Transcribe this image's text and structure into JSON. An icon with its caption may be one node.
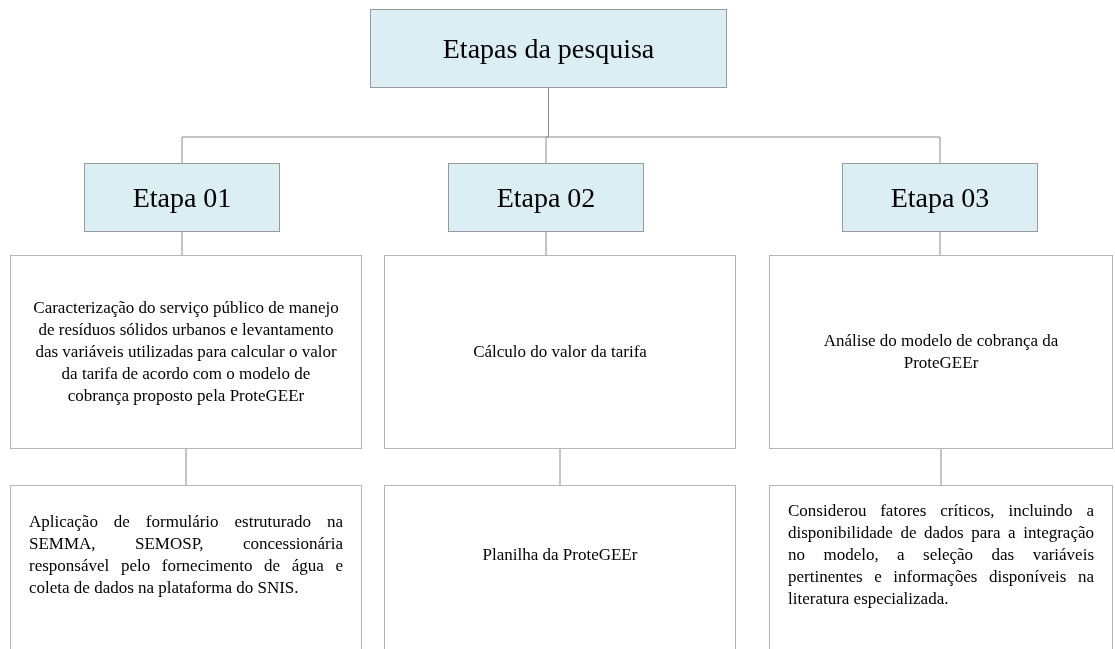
{
  "diagram": {
    "nodes": [
      {
        "text": [
          "Etapas da pesquisa"
        ]
      },
      {
        "text": [
          "Etapa 01"
        ]
      },
      {
        "text": [
          "Etapa 02"
        ]
      },
      {
        "text": [
          "Etapa 03"
        ]
      },
      {
        "text": [
          "Caracterização do serviço público de manejo de resíduos sólidos urbanos e levantamento das variáveis utilizadas para calcular o valor da tarifa de acordo com o modelo de cobrança proposto pela ProteGEEr"
        ]
      },
      {
        "text": [
          "Cálculo do valor da tarifa"
        ]
      },
      {
        "text": [
          "Análise do modelo de cobrança da ProteGEEr"
        ]
      },
      {
        "text": [
          "Aplicação de formulário estruturado na SEMMA, SEMOSP, concessionária responsável pelo fornecimento de água e coleta de dados na plataforma do SNIS."
        ]
      },
      {
        "text": [
          "Planilha da ProteGEEr"
        ]
      },
      {
        "text": [
          "Considerou fatores críticos, incluindo a disponibilidade de dados para a integração no modelo, a seleção das variáveis pertinentes e informações disponíveis na literatura especializada."
        ]
      }
    ],
    "edges": [
      {
        "from": 0,
        "to": 1,
        "arrow": "none"
      },
      {
        "from": 0,
        "to": 2,
        "arrow": "none"
      },
      {
        "from": 0,
        "to": 3,
        "arrow": "none"
      },
      {
        "from": 1,
        "to": 4,
        "arrow": "none"
      },
      {
        "from": 2,
        "to": 5,
        "arrow": "none"
      },
      {
        "from": 3,
        "to": 6,
        "arrow": "none"
      },
      {
        "from": 4,
        "to": 7,
        "arrow": "none"
      },
      {
        "from": 5,
        "to": 8,
        "arrow": "none"
      },
      {
        "from": 6,
        "to": 9,
        "arrow": "none"
      }
    ]
  }
}
